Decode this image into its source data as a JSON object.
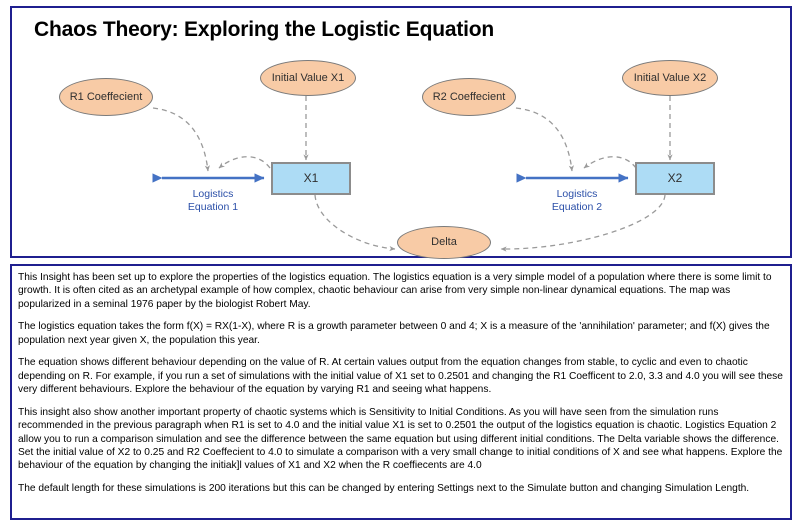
{
  "page": {
    "title": "Chaos Theory: Exploring the Logistic Equation"
  },
  "colors": {
    "panel_border": "#1f1f8f",
    "ellipse_fill": "#f8cba6",
    "ellipse_stroke": "#7a7a7a",
    "box_fill": "#addcf5",
    "box_stroke": "#8c8c8c",
    "arrow_blue": "#4472c4",
    "label_blue": "#2b4fa8",
    "link_dash": "#9a9a9a",
    "background": "#ffffff"
  },
  "diagram": {
    "nodes": {
      "r1_coefficient": "R1 Coeffecient",
      "initial_value_x1": "Initial Value X1",
      "r2_coefficient": "R2 Coeffecient",
      "initial_value_x2": "Initial Value X2",
      "x1": "X1",
      "x2": "X2",
      "delta": "Delta"
    },
    "edge_labels": {
      "logistics_equation_1": "Logistics\nEquation 1",
      "logistics_equation_2": "Logistics\nEquation 2"
    }
  },
  "description": {
    "paragraphs": [
      "This Insight has been set up to explore the properties of the logistics equation. The logistics equation is a very simple model of a population where there is some limit to growth. It is often cited as an archetypal example of how complex, chaotic behaviour can arise from very simple non-linear dynamical equations. The map was popularized in a seminal 1976 paper by the biologist Robert May.",
      "The logistics equation takes the form f(X) = RX(1-X), where R is a growth parameter between 0 and 4; X is a measure of the 'annihilation' parameter; and f(X) gives the population next year given X, the population this year.",
      "The equation shows different behaviour depending on the value of R. At certain values output from the equation changes from stable, to cyclic and even to chaotic depending on R. For example, if you run a set of simulations with the initial value of X1 set to 0.2501 and changing the R1 Coefficent to 2.0, 3.3 and 4.0 you will see these very different behaviours. Explore the behaviour of the equation by varying R1 and seeing what happens.",
      "This insight also show another important property of chaotic systems which is Sensitivity to Initial Conditions. As you will have seen from the simulation runs recommended in the previous paragraph when R1 is set to 4.0 and the initial value X1 is set to 0.2501 the output of the logistics equation is chaotic. Logistics Equation 2 allow you to run a comparison simulation and see the difference between the same equation but using different initial conditions. The Delta variable shows the difference. Set the initial value of X2 to 0.25 and R2 Coeffecient to 4.0 to simulate a comparison with a very small change to initial conditions of X and see what happens. Explore the behaviour of the equation by changing the initiak]l values of X1 and X2 when the R coeffiecents are 4.0",
      "The default length for these simulations is 200 iterations but this can be changed by entering Settings next to the Simulate button and changing Simulation Length."
    ]
  }
}
